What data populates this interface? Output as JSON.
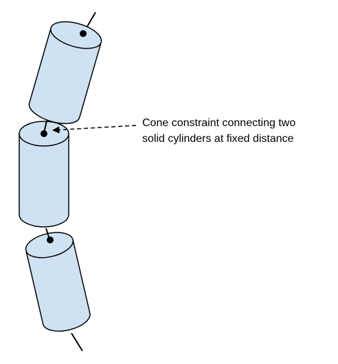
{
  "annotation": {
    "line1": "Cone constraint connecting two",
    "line2": "solid cylinders at fixed distance"
  },
  "colors": {
    "cylinder_fill": "#cfe2f3",
    "stroke": "#000000",
    "joint": "#000000",
    "background": "#ffffff"
  },
  "components": {
    "cylinder_count": 3,
    "joint_count": 3,
    "constraint_style": "dashed arrow"
  }
}
